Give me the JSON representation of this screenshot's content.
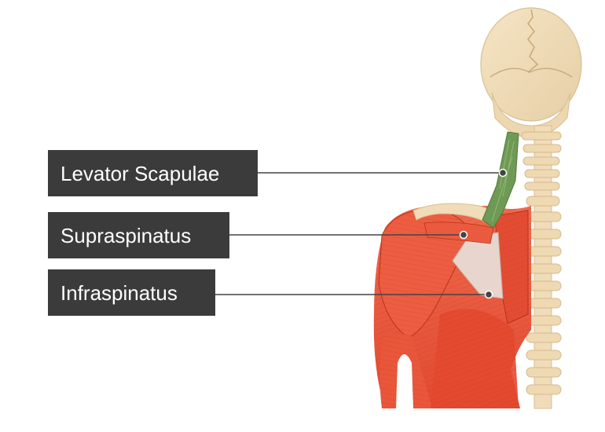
{
  "labels": {
    "levator_scapulae": "Levator Scapulae",
    "supraspinatus": "Supraspinatus",
    "infraspinatus": "Infraspinatus"
  },
  "colors": {
    "label_background": "#3b3b3b",
    "label_text": "#ffffff",
    "bone": "#f0dcb8",
    "muscle": "#e8553c",
    "levator_highlight": "#6f9a55",
    "leader_line": "#444444"
  }
}
